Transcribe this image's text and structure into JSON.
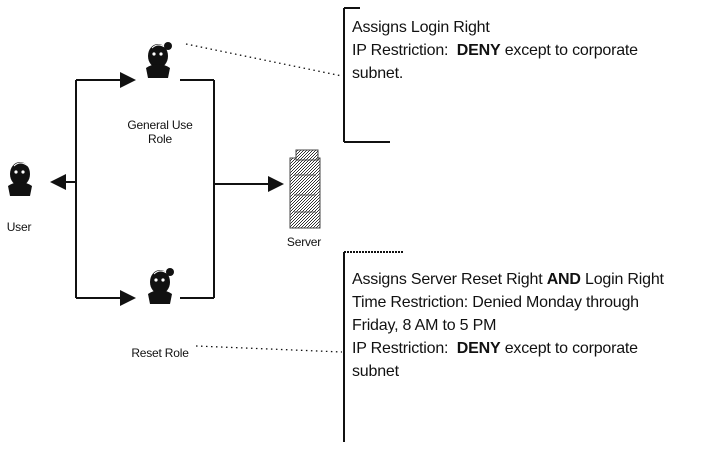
{
  "nodes": {
    "user": "User",
    "general_role_line1": "General Use",
    "general_role_line2": "Role",
    "reset_role": "Reset Role",
    "server": "Server"
  },
  "note_top": {
    "line1": "Assigns Login Right",
    "line2_prefix": "IP Restriction:  ",
    "line2_bold": "DENY",
    "line2_suffix": " except to corporate",
    "line3": "subnet."
  },
  "note_bottom": {
    "line1_prefix": "Assigns Server Reset Right ",
    "line1_bold": "AND",
    "line1_suffix": " Login Right",
    "line2": "Time Restriction:  Denied Monday through",
    "line3": "Friday, 8 AM to 5 PM",
    "line4_prefix": "IP Restriction:  ",
    "line4_bold": "DENY",
    "line4_suffix": " except to corporate",
    "line5": "subnet"
  },
  "icons": {
    "person": "person-icon",
    "server": "server-icon",
    "arrow": "arrow-icon"
  },
  "colors": {
    "ink": "#111111",
    "background": "#ffffff"
  }
}
